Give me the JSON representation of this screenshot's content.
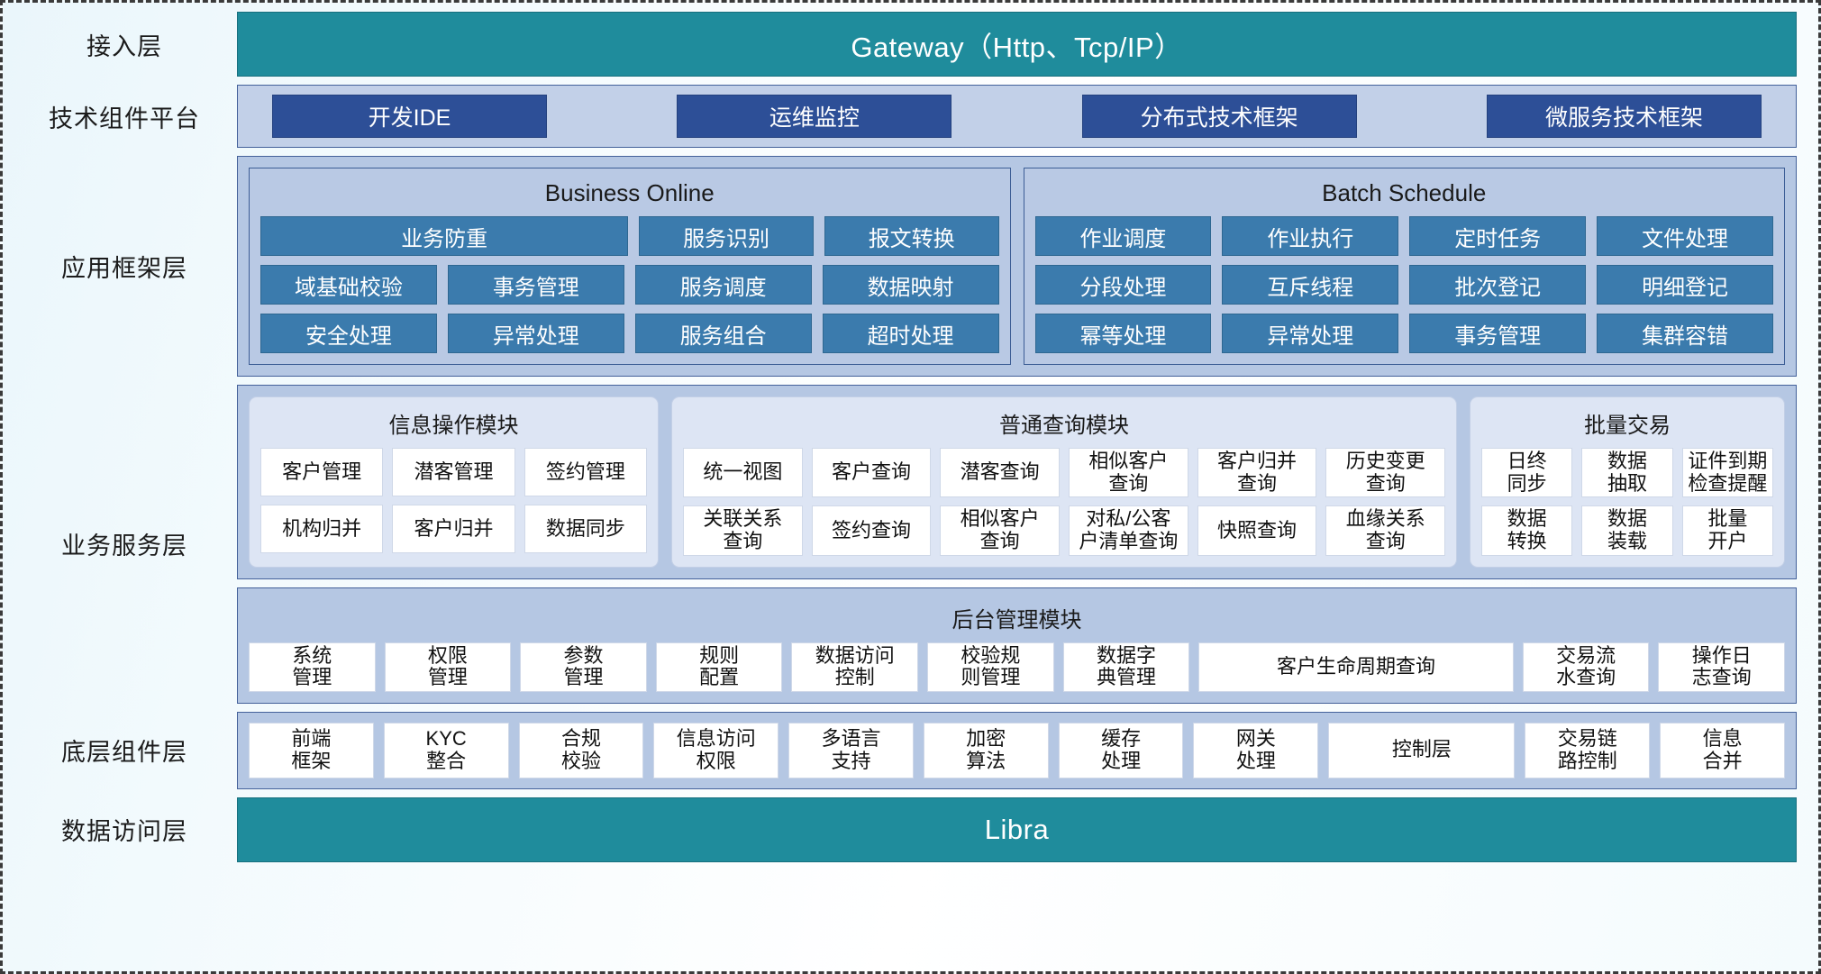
{
  "lanes": {
    "access": "接入层",
    "tech": "技术组件平台",
    "app": "应用框架层",
    "biz": "业务服务层",
    "base": "底层组件层",
    "data": "数据访问层"
  },
  "access_layer": {
    "title": "Gateway（Http、Tcp/IP）"
  },
  "tech_platform": {
    "items": [
      "开发IDE",
      "运维监控",
      "分布式技术框架",
      "微服务技术框架"
    ]
  },
  "app_framework": {
    "groups": [
      {
        "title": "Business Online",
        "rows": [
          [
            "业务防重",
            "服务识别",
            "报文转换"
          ],
          [
            "域基础校验",
            "事务管理",
            "服务调度",
            "数据映射"
          ],
          [
            "安全处理",
            "异常处理",
            "服务组合",
            "超时处理"
          ]
        ]
      },
      {
        "title": "Batch Schedule",
        "rows": [
          [
            "作业调度",
            "作业执行",
            "定时任务",
            "文件处理"
          ],
          [
            "分段处理",
            "互斥线程",
            "批次登记",
            "明细登记"
          ],
          [
            "幂等处理",
            "异常处理",
            "事务管理",
            "集群容错"
          ]
        ]
      }
    ]
  },
  "biz_service": {
    "modules": [
      {
        "title": "信息操作模块",
        "rows": [
          [
            "客户管理",
            "潜客管理",
            "签约管理"
          ],
          [
            "机构归并",
            "客户归并",
            "数据同步"
          ]
        ]
      },
      {
        "title": "普通查询模块",
        "rows": [
          [
            "统一视图",
            "客户查询",
            "潜客查询",
            "相似客户\n查询",
            "客户归并\n查询",
            "历史变更\n查询"
          ],
          [
            "关联关系\n查询",
            "签约查询",
            "相似客户\n查询",
            "对私/公客\n户清单查询",
            "快照查询",
            "血缘关系\n查询"
          ]
        ]
      },
      {
        "title": "批量交易",
        "rows": [
          [
            "日终\n同步",
            "数据\n抽取",
            "证件到期\n检查提醒"
          ],
          [
            "数据\n转换",
            "数据\n装载",
            "批量\n开户"
          ]
        ]
      }
    ],
    "admin": {
      "title": "后台管理模块",
      "cells": [
        {
          "label": "系统\n管理",
          "wide": false
        },
        {
          "label": "权限\n管理",
          "wide": false
        },
        {
          "label": "参数\n管理",
          "wide": false
        },
        {
          "label": "规则\n配置",
          "wide": false
        },
        {
          "label": "数据访问\n控制",
          "wide": false
        },
        {
          "label": "校验规\n则管理",
          "wide": false
        },
        {
          "label": "数据字\n典管理",
          "wide": false
        },
        {
          "label": "客户生命周期查询",
          "wide": true
        },
        {
          "label": "交易流\n水查询",
          "wide": false
        },
        {
          "label": "操作日\n志查询",
          "wide": false
        }
      ]
    }
  },
  "base_components": {
    "items": [
      {
        "label": "前端\n框架",
        "wide": false
      },
      {
        "label": "KYC\n整合",
        "wide": false
      },
      {
        "label": "合规\n校验",
        "wide": false
      },
      {
        "label": "信息访问\n权限",
        "wide": false
      },
      {
        "label": "多语言\n支持",
        "wide": false
      },
      {
        "label": "加密\n算法",
        "wide": false
      },
      {
        "label": "缓存\n处理",
        "wide": false
      },
      {
        "label": "网关\n处理",
        "wide": false
      },
      {
        "label": "控制层",
        "wide": true
      },
      {
        "label": "交易链\n路控制",
        "wide": false
      },
      {
        "label": "信息\n合并",
        "wide": false
      }
    ]
  },
  "data_layer": {
    "title": "Libra"
  }
}
